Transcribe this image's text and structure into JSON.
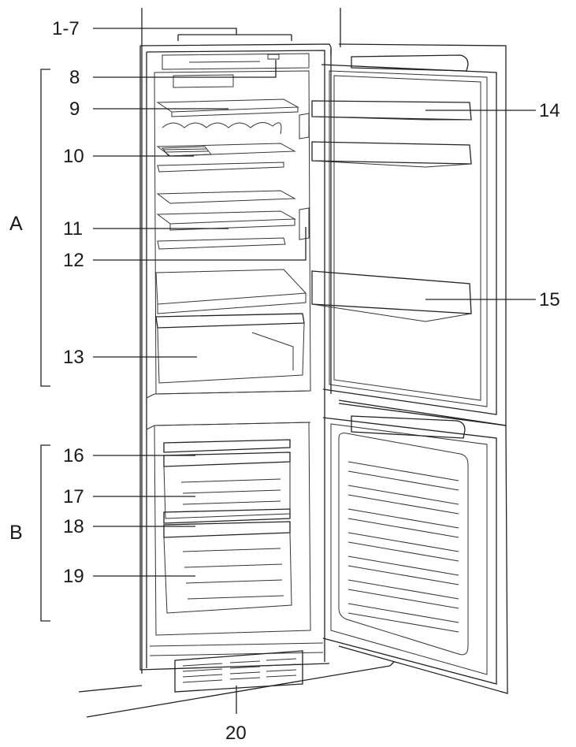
{
  "group_labels": [
    "A",
    "B"
  ],
  "callouts": [
    "1-7",
    "8",
    "9",
    "10",
    "11",
    "12",
    "13",
    "14",
    "15",
    "16",
    "17",
    "18",
    "19",
    "20"
  ]
}
